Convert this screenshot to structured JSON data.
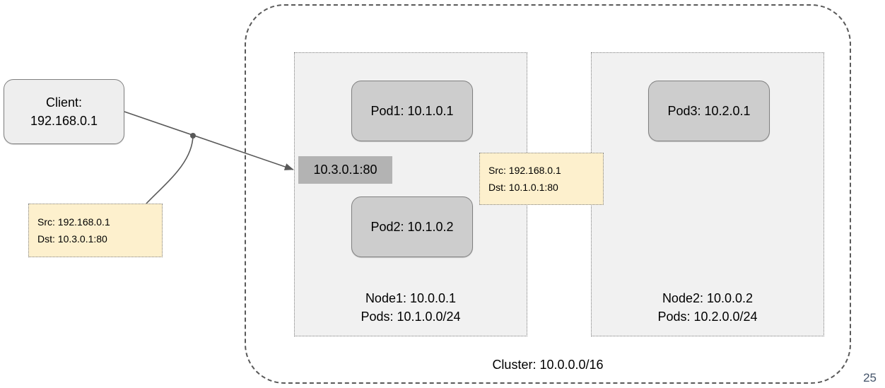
{
  "diagram": {
    "page_number": "25",
    "colors": {
      "background": "#ffffff",
      "cluster_border": "#595959",
      "node_fill": "#f1f1f1",
      "node_border": "#808080",
      "pod_fill": "#cdcdcd",
      "pod_border": "#808080",
      "client_fill": "#eeeeee",
      "service_fill": "#b3b3b3",
      "callout_fill": "#fdf0cd",
      "callout_border": "#7f7f7f",
      "connector": "#595959",
      "page_number": "#44546a"
    }
  },
  "client": {
    "line1": "Client:",
    "line2": "192.168.0.1"
  },
  "service": {
    "label": "10.3.0.1:80"
  },
  "cluster": {
    "label": "Cluster: 10.0.0.0/16"
  },
  "nodes": [
    {
      "id": "node1",
      "label_line1": "Node1: 10.0.0.1",
      "label_line2": "Pods: 10.1.0.0/24",
      "pods": [
        {
          "id": "pod1",
          "label": "Pod1: 10.1.0.1"
        },
        {
          "id": "pod2",
          "label": "Pod2: 10.1.0.2"
        }
      ]
    },
    {
      "id": "node2",
      "label_line1": "Node2: 10.0.0.2",
      "label_line2": "Pods: 10.2.0.0/24",
      "pods": [
        {
          "id": "pod3",
          "label": "Pod3: 10.2.0.1"
        }
      ]
    }
  ],
  "callouts": [
    {
      "id": "callout-client",
      "src": "Src: 192.168.0.1",
      "dst": "Dst: 10.3.0.1:80"
    },
    {
      "id": "callout-pod",
      "src": "Src: 192.168.0.1",
      "dst": "Dst: 10.1.0.1:80"
    }
  ]
}
